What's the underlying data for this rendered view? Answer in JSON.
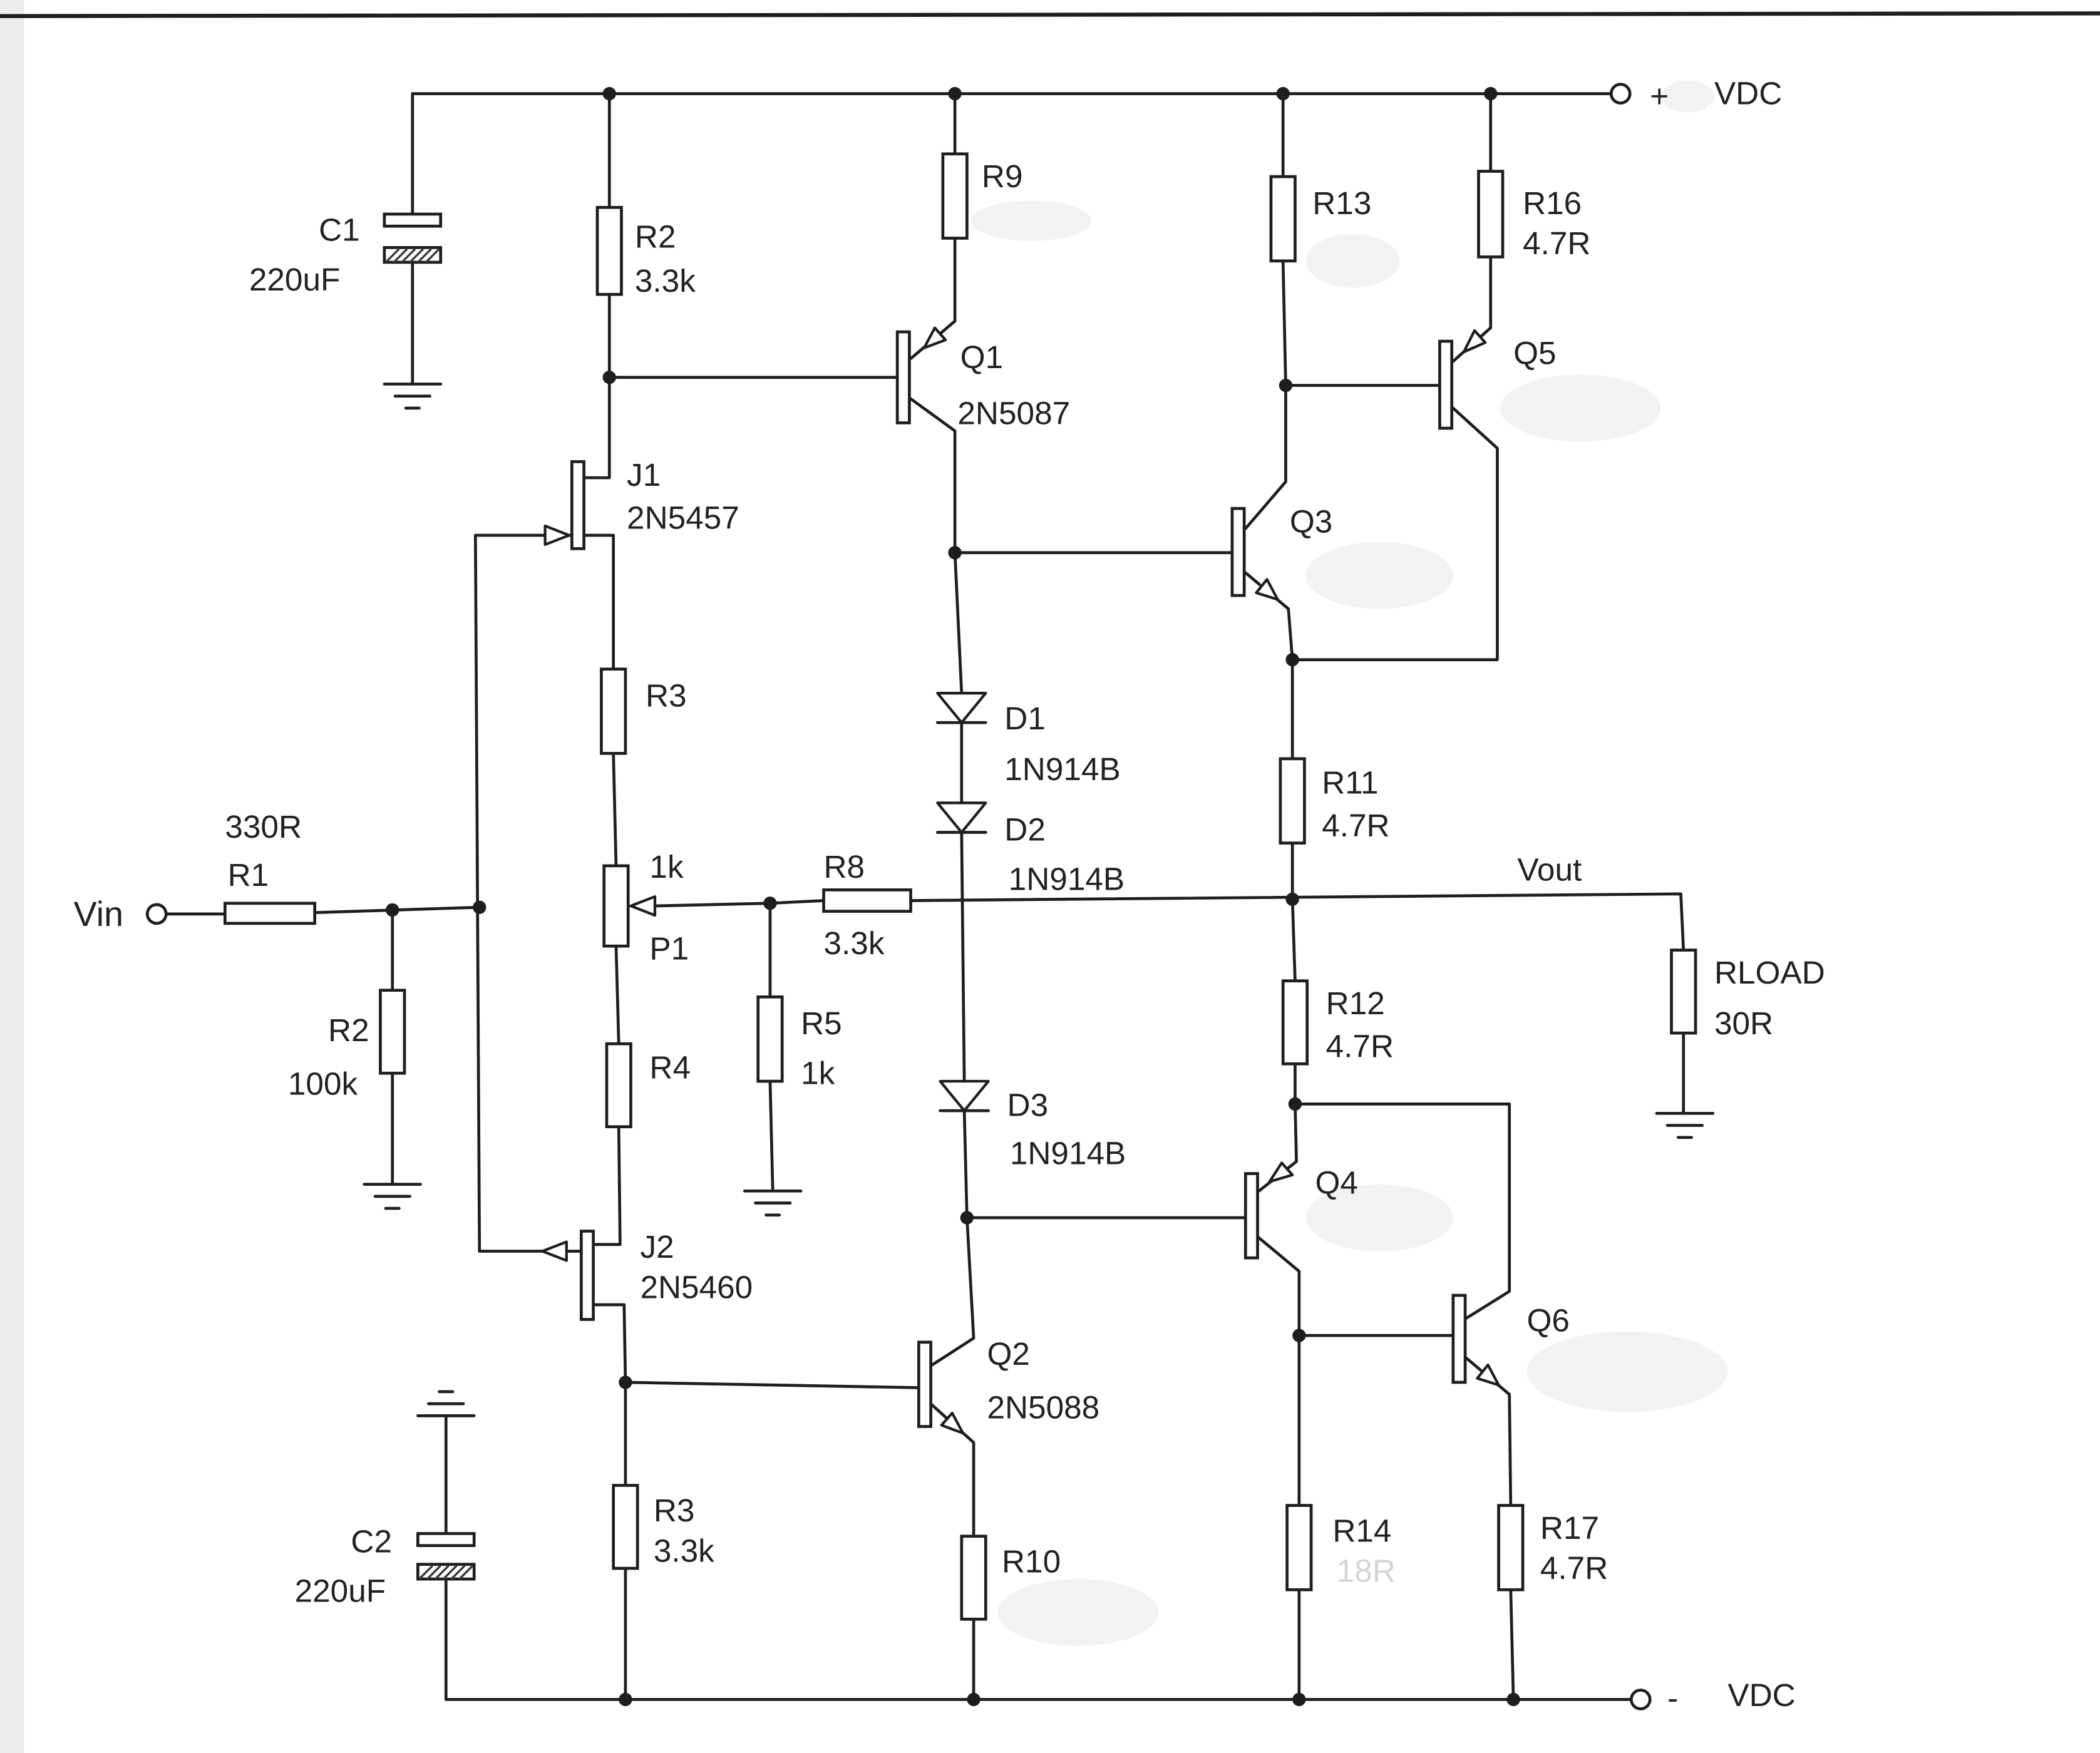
{
  "supply": {
    "positive_sign": "+",
    "positive_label": "VDC",
    "negative_sign": "-",
    "negative_label": "VDC"
  },
  "input_label": "Vin",
  "output_label": "Vout",
  "components": {
    "C1": {
      "ref": "C1",
      "value": "220uF"
    },
    "C2": {
      "ref": "C2",
      "value": "220uF"
    },
    "R1": {
      "ref": "R1",
      "value": "330R"
    },
    "R2_input": {
      "ref": "R2",
      "value": "100k"
    },
    "R2_bias": {
      "ref": "R2",
      "value": "3.3k"
    },
    "R3_upper": {
      "ref": "R3"
    },
    "R3_lower": {
      "ref": "R3",
      "value": "3.3k"
    },
    "R4": {
      "ref": "R4"
    },
    "R5": {
      "ref": "R5",
      "value": "1k"
    },
    "R8": {
      "ref": "R8",
      "value": "3.3k"
    },
    "R9": {
      "ref": "R9"
    },
    "R10": {
      "ref": "R10"
    },
    "R11": {
      "ref": "R11",
      "value": "4.7R"
    },
    "R12": {
      "ref": "R12",
      "value": "4.7R"
    },
    "R13": {
      "ref": "R13"
    },
    "R14": {
      "ref": "R14",
      "value": "18R"
    },
    "R16": {
      "ref": "R16",
      "value": "4.7R"
    },
    "R17": {
      "ref": "R17",
      "value": "4.7R"
    },
    "RLOAD": {
      "ref": "RLOAD",
      "value": "30R"
    },
    "P1": {
      "ref": "P1",
      "value": "1k"
    },
    "J1": {
      "ref": "J1",
      "part": "2N5457"
    },
    "J2": {
      "ref": "J2",
      "part": "2N5460"
    },
    "Q1": {
      "ref": "Q1",
      "part": "2N5087"
    },
    "Q2": {
      "ref": "Q2",
      "part": "2N5088"
    },
    "Q3": {
      "ref": "Q3"
    },
    "Q4": {
      "ref": "Q4"
    },
    "Q5": {
      "ref": "Q5"
    },
    "Q6": {
      "ref": "Q6"
    },
    "D1": {
      "ref": "D1",
      "part": "1N914B"
    },
    "D2": {
      "ref": "D2",
      "part": "1N914B"
    },
    "D3": {
      "ref": "D3",
      "part": "1N914B"
    }
  }
}
